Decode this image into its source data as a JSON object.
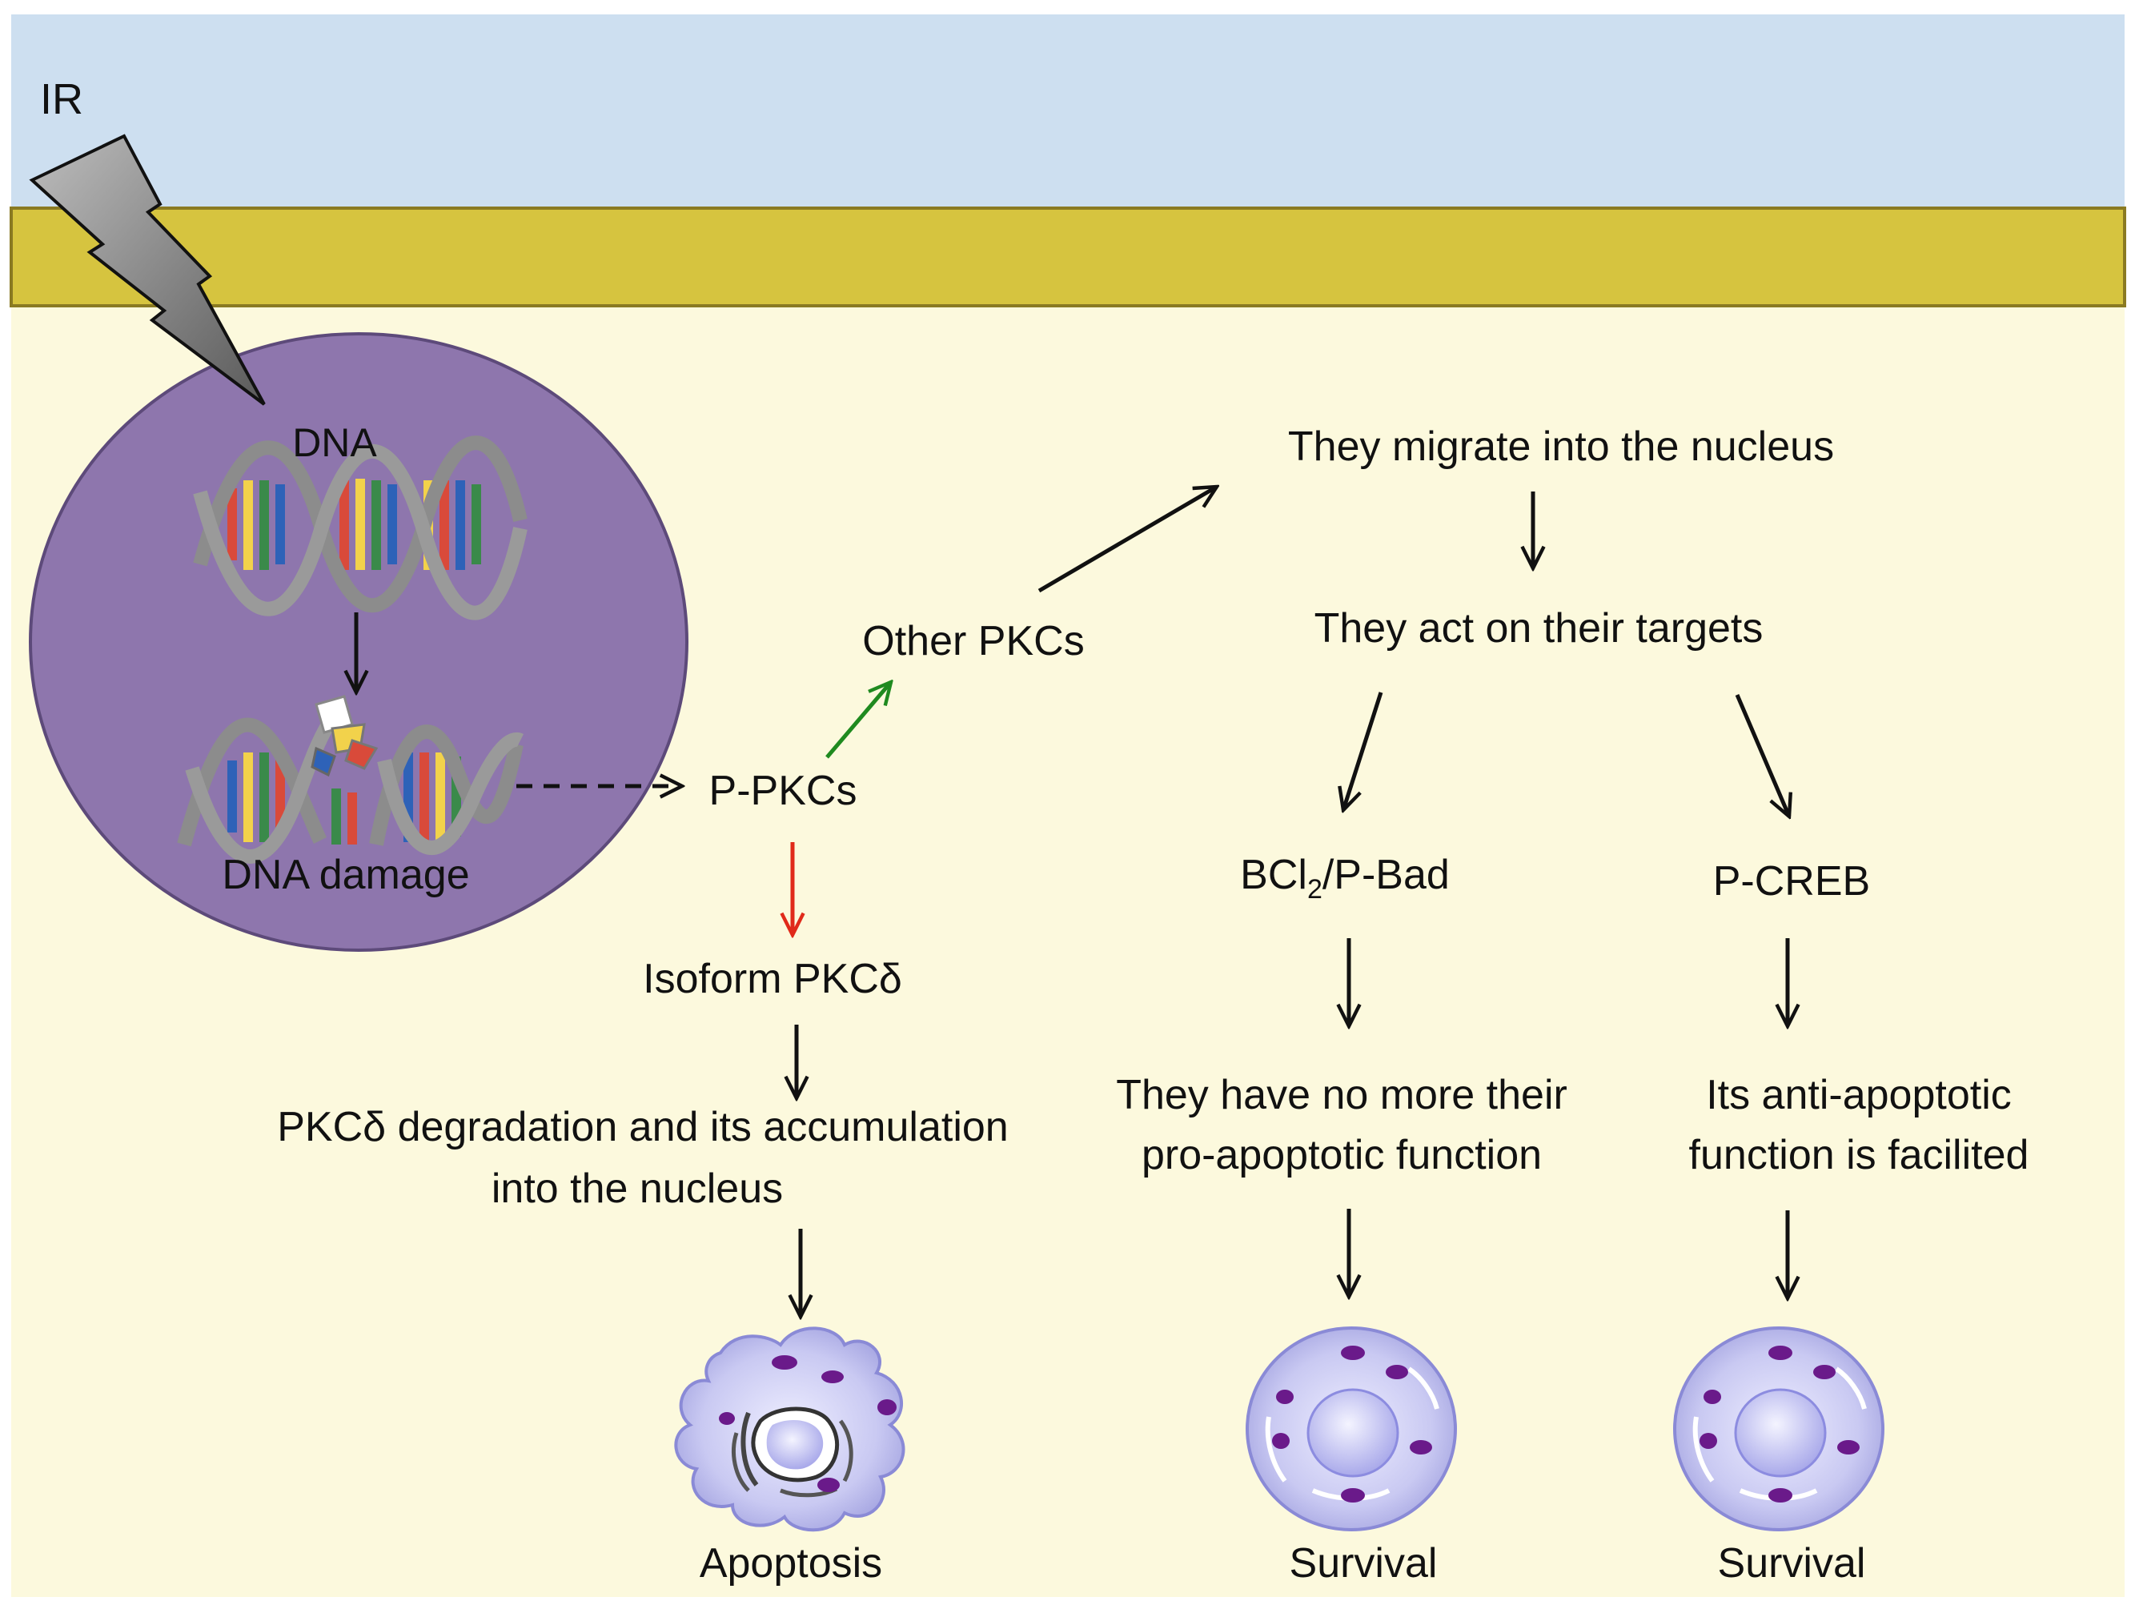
{
  "colors": {
    "extracellular": "#cddff0",
    "membrane": "#d6c43f",
    "membrane_edge": "#8a7a22",
    "cytoplasm": "#fcf9dd",
    "nucleus": "#8e76ad",
    "nucleus_edge": "#5d4a7a",
    "activation_arrow": "#1f8a1f",
    "inhibition_arrow": "#e02a1a",
    "arrow": "#111111",
    "lightning": "#707070",
    "cell_body": "#c9c9f2",
    "cell_nucleus": "#b7b7f0",
    "cell_granule": "#6a1a8a"
  },
  "icons": [
    "lightning-bolt-icon",
    "dna-helix-icon",
    "damaged-dna-icon",
    "apoptotic-cell-icon",
    "healthy-cell-icon"
  ],
  "labels": {
    "ir": "IR",
    "dna": "DNA",
    "dna_damage": "DNA damage",
    "p_pkcs": "P-PKCs",
    "other_pkcs": "Other PKCs",
    "migrate": "They migrate into the nucleus",
    "act": "They act on their targets",
    "bcl2_prefix": "BCl",
    "bcl2_sub": "2",
    "bcl2_suffix": "/P-Bad",
    "pcreb": "P-CREB",
    "isoform": "Isoform PKCδ",
    "degradation_line1": "PKCδ degradation and its accumulation",
    "degradation_line2": "into the nucleus",
    "no_more_line1": "They have no more their",
    "no_more_line2": "pro-apoptotic function",
    "anti_line1": "Its anti-apoptotic",
    "anti_line2": "function is facilited",
    "apoptosis": "Apoptosis",
    "survival_1": "Survival",
    "survival_2": "Survival"
  }
}
